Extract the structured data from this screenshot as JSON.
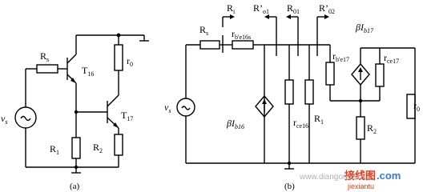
{
  "diagram_a": {
    "caption": "(a)",
    "source": {
      "label": "v",
      "sub": "s"
    },
    "resistor_rs": {
      "label": "R",
      "sub": "s"
    },
    "transistor_t16": {
      "label": "T",
      "sub": "16"
    },
    "transistor_t17": {
      "label": "T",
      "sub": "17"
    },
    "resistor_r0": {
      "label": "r",
      "sub": "0"
    },
    "resistor_r1": {
      "label": "R",
      "sub": "1"
    },
    "resistor_r2": {
      "label": "R",
      "sub": "2"
    }
  },
  "diagram_b": {
    "caption": "(b)",
    "source": {
      "label": "v",
      "sub": "s"
    },
    "resistor_rs": {
      "label": "R",
      "sub": "s"
    },
    "rbe16": {
      "label": "r",
      "sub": "b'e16s"
    },
    "rce16": {
      "label": "r",
      "sub": "ce16"
    },
    "r1": {
      "label": "R",
      "sub": "1"
    },
    "rbe17": {
      "label": "r",
      "sub": "b'e17"
    },
    "rce17": {
      "label": "r",
      "sub": "ce17"
    },
    "r2": {
      "label": "R",
      "sub": "2"
    },
    "r0": {
      "label": "r",
      "sub": "0"
    },
    "source16": {
      "label": "βI",
      "sub": "b16"
    },
    "source17": {
      "label": "βI",
      "sub": "b17"
    },
    "marker_ri": {
      "label": "R",
      "sub": "i"
    },
    "marker_ro1p": {
      "label": "R’",
      "sub": "o1"
    },
    "marker_r01": {
      "label": "R",
      "sub": "01"
    },
    "marker_ro2p": {
      "label": "R’",
      "sub": "02"
    }
  },
  "watermark": {
    "text_cn": "接线图",
    "text_com": ".com",
    "url": "www.diangon.com",
    "pinyin": "jiexiantu"
  }
}
